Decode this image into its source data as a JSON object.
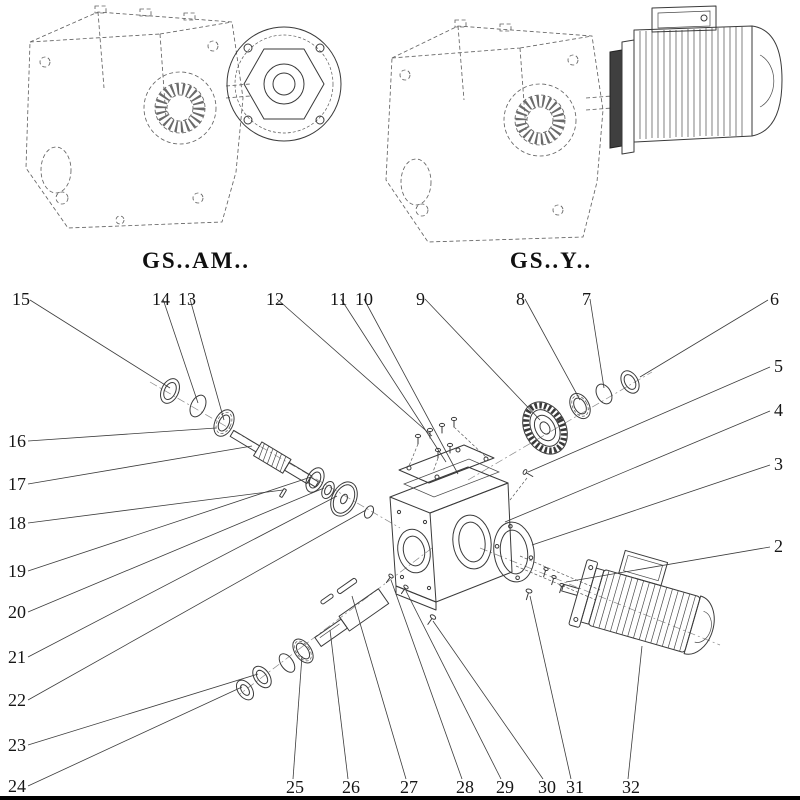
{
  "diagram": {
    "variant_left": {
      "label": "GS..AM.."
    },
    "variant_right": {
      "label": "GS..Y.."
    }
  },
  "callouts": {
    "top": [
      "15",
      "14",
      "13",
      "12",
      "11",
      "10",
      "9",
      "8",
      "7",
      "6"
    ],
    "right": [
      "5",
      "4",
      "3",
      "2"
    ],
    "left": [
      "16",
      "17",
      "18",
      "19",
      "20",
      "21",
      "22",
      "23",
      "24"
    ],
    "bottom": [
      "25",
      "26",
      "27",
      "28",
      "29",
      "30",
      "31",
      "32"
    ]
  }
}
